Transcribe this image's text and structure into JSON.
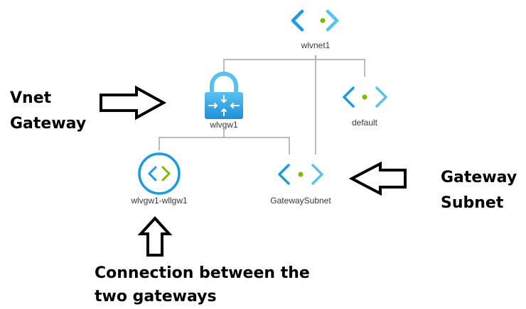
{
  "nodes": {
    "vnet": {
      "label": "wlvnet1",
      "icon": "vnet-icon"
    },
    "gateway": {
      "label": "wlvgw1",
      "icon": "vpn-gateway-lock-icon"
    },
    "default_subnet": {
      "label": "default",
      "icon": "subnet-icon"
    },
    "connection": {
      "label": "wlvgw1-wllgw1",
      "icon": "connection-icon"
    },
    "gateway_subnet": {
      "label": "GatewaySubnet",
      "icon": "subnet-icon"
    }
  },
  "annotations": {
    "vnet_gateway": {
      "line1": "Vnet",
      "line2": "Gateway"
    },
    "gateway_subnet": {
      "line1": "Gateway",
      "line2": "Subnet"
    },
    "connection": {
      "line1": "Connection between the",
      "line2": "two gateways"
    }
  },
  "colors": {
    "azure_blue": "#1a9be0",
    "azure_light_blue": "#59c1f0",
    "azure_green": "#7fba00",
    "connector_gray": "#a6a6a6"
  }
}
